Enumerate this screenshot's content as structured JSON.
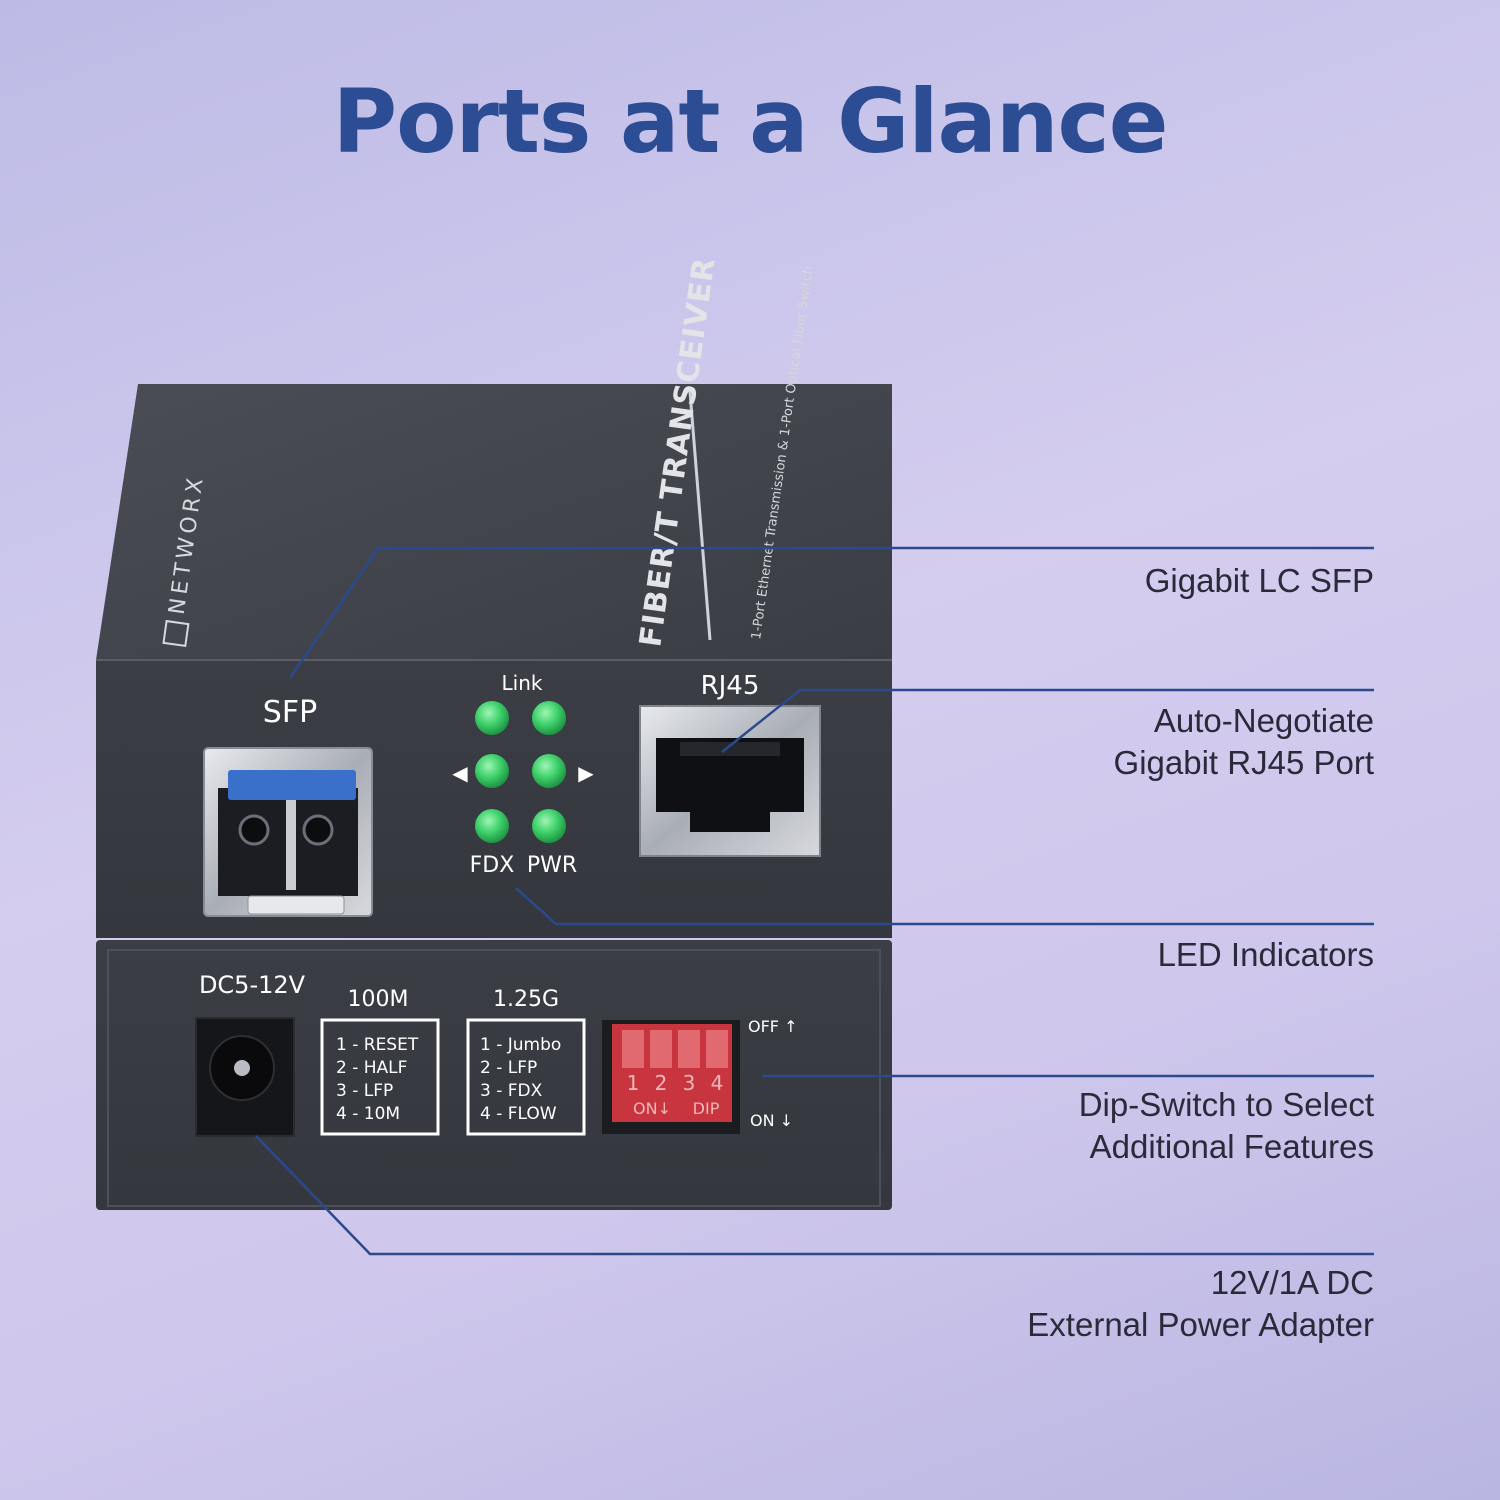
{
  "title": "Ports at a Glance",
  "colors": {
    "title": "#2c4c94",
    "line": "#2b4a8e",
    "text": "#2a2a3a",
    "device": "#3c3f46",
    "led": "#3ed16b",
    "dip": "#c8353e"
  },
  "callouts": [
    {
      "lines": [
        "Gigabit LC SFP"
      ]
    },
    {
      "lines": [
        "Auto-Negotiate",
        "Gigabit RJ45 Port"
      ]
    },
    {
      "lines": [
        "LED Indicators"
      ]
    },
    {
      "lines": [
        "Dip-Switch to Select",
        "Additional Features"
      ]
    },
    {
      "lines": [
        "12V/1A DC",
        "External Power Adapter"
      ]
    }
  ],
  "device": {
    "brand": "NETWORX",
    "product": "FIBER/T TRANSCEIVER",
    "subtitle": "1-Port Ethernet Transmission & 1-Port Optical Fiber Switch",
    "sfp_label": "SFP",
    "rj45_label": "RJ45",
    "link_label": "Link",
    "fdx_label": "FDX",
    "pwr_label": "PWR",
    "arrow_left": "◀",
    "arrow_right": "▶",
    "dc_label": "DC5-12V",
    "mode100_title": "100M",
    "mode100_items": [
      "1 - RESET",
      "2 - HALF",
      "3 - LFP",
      "4 - 10M"
    ],
    "mode125_title": "1.25G",
    "mode125_items": [
      "1 - Jumbo",
      "2 - LFP",
      "3 - FDX",
      "4 - FLOW"
    ],
    "off_label": "OFF ↑",
    "on_label": "ON ↓",
    "dip_numbers": [
      "1",
      "2",
      "3",
      "4"
    ],
    "dip_on": "ON↓",
    "dip_text": "DIP"
  }
}
